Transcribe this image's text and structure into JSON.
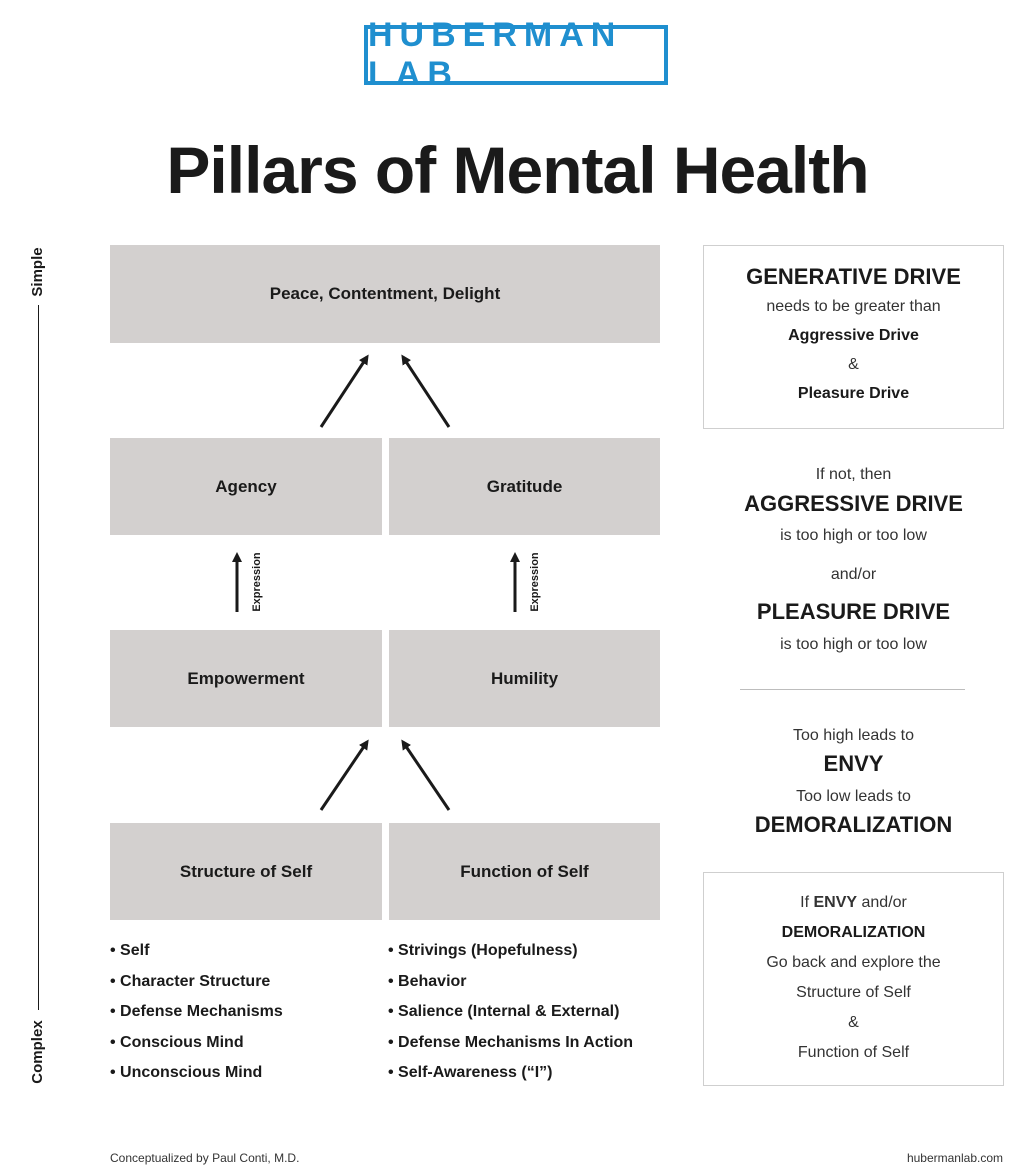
{
  "logo": "HUBERMAN LAB",
  "title": "Pillars of Mental Health",
  "axis": {
    "top": "Simple",
    "bottom": "Complex"
  },
  "boxes": {
    "peace": "Peace, Contentment, Delight",
    "agency": "Agency",
    "gratitude": "Gratitude",
    "empowerment": "Empowerment",
    "humility": "Humility",
    "structure": "Structure of Self",
    "function": "Function of Self"
  },
  "expression_label": "Expression",
  "structure_list": [
    "Self",
    "Character Structure",
    "Defense Mechanisms",
    "Conscious Mind",
    "Unconscious Mind"
  ],
  "function_list": [
    "Strivings (Hopefulness)",
    "Behavior",
    "Salience (Internal & External)",
    "Defense Mechanisms In Action",
    "Self-Awareness (“I”)"
  ],
  "panel1": {
    "heading": "GENERATIVE DRIVE",
    "line1": "needs to be greater than",
    "line2": "Aggressive Drive",
    "line3": "&",
    "line4": "Pleasure Drive"
  },
  "middle": {
    "intro": "If not, then",
    "aggressive": "AGGRESSIVE DRIVE",
    "aggressive_note": "is too high or too low",
    "andor": "and/or",
    "pleasure": "PLEASURE DRIVE",
    "pleasure_note": "is too high or too low",
    "high_leads": "Too high leads to",
    "envy": "ENVY",
    "low_leads": "Too low leads to",
    "demoralization": "DEMORALIZATION"
  },
  "panel2": {
    "if": "If",
    "envy": "ENVY",
    "andor": "and/or",
    "demoralization": "DEMORALIZATION",
    "line1": "Go back and explore the",
    "line2": "Structure of Self",
    "line3": "&",
    "line4": "Function of Self"
  },
  "footer": {
    "left": "Conceptualized by Paul Conti, M.D.",
    "right": "hubermanlab.com"
  }
}
